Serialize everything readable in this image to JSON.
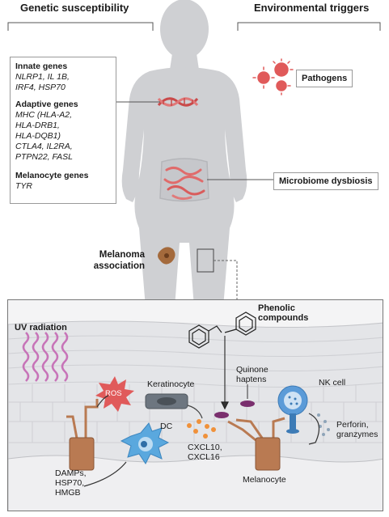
{
  "headers": {
    "genetic": "Genetic susceptibility",
    "environmental": "Environmental triggers"
  },
  "genes": {
    "innate_title": "Innate genes",
    "innate_line1": "NLRP1, IL 1B,",
    "innate_line2": "IRF4, HSP70",
    "adaptive_title": "Adaptive genes",
    "adaptive_line1": "MHC (HLA-A2,",
    "adaptive_line2": "HLA-DRB1,",
    "adaptive_line3": "HLA-DQB1)",
    "adaptive_line4": "CTLA4, IL2RA,",
    "adaptive_line5": "PTPN22, FASL",
    "melanocyte_title": "Melanocyte genes",
    "melanocyte_line1": "TYR"
  },
  "triggers": {
    "pathogens": "Pathogens",
    "microbiome": "Microbiome dysbiosis"
  },
  "melanoma": {
    "line1": "Melanoma",
    "line2": "association"
  },
  "skin": {
    "uv": "UV radiation",
    "phenolic1": "Phenolic",
    "phenolic2": "compounds",
    "ros": "ROS",
    "keratinocyte": "Keratinocyte",
    "quinone1": "Quinone",
    "quinone2": "haptens",
    "nk": "NK cell",
    "dc": "DC",
    "cxcl1": "CXCL10,",
    "cxcl2": "CXCL16",
    "perforin1": "Perforin,",
    "perforin2": "granzymes",
    "damps1": "DAMPs,",
    "damps2": "HSP70,",
    "damps3": "HMGB",
    "melanocyte": "Melanocyte"
  },
  "colors": {
    "body": "#cfd0d3",
    "skin_bg": "#f2f2f3",
    "uv": "#c774b8",
    "virus": "#e05a5a",
    "melanocyte": "#b97a52",
    "dc": "#5aa8de",
    "nk": "#4f8fd0",
    "hapten": "#7a2f6e",
    "chemokine": "#f0913a"
  }
}
